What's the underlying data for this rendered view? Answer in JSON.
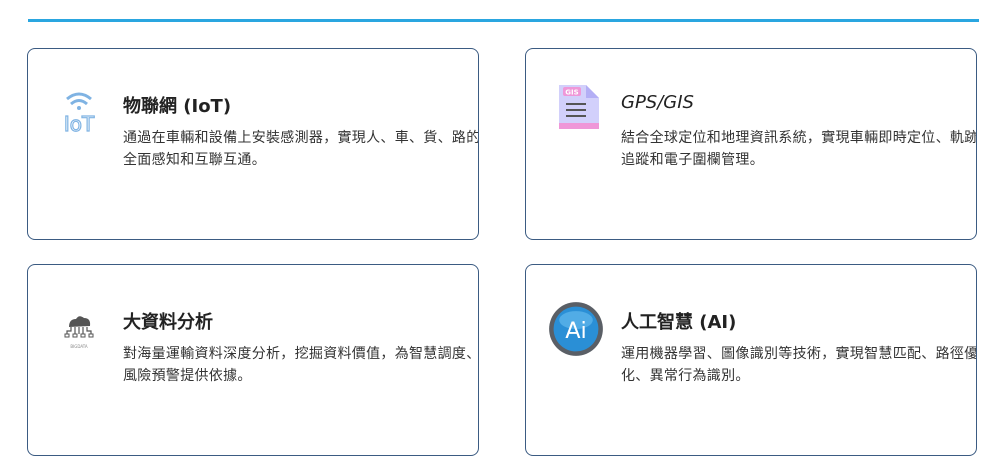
{
  "colors": {
    "accent_line": "#2aa6e0",
    "card_border": "#3b5b82"
  },
  "cards": [
    {
      "icon": "iot-wifi-icon",
      "icon_text": "IoT",
      "title": "物聯網 (IoT)",
      "description": "通過在車輛和設備上安裝感測器，實現人、車、貨、路的全面感知和互聯互通。"
    },
    {
      "icon": "gis-document-icon",
      "icon_text": "GIS",
      "title": "GPS/GIS",
      "description": "結合全球定位和地理資訊系統，實現車輛即時定位、軌跡追蹤和電子圍欄管理。"
    },
    {
      "icon": "bigdata-cloud-icon",
      "icon_text": "BIGDATA",
      "title": "大資料分析",
      "description": "對海量運輸資料深度分析，挖掘資料價值，為智慧調度、風險預警提供依據。"
    },
    {
      "icon": "ai-badge-icon",
      "icon_text": "Ai",
      "title": "人工智慧 (AI)",
      "description": "運用機器學習、圖像識別等技術，實現智慧匹配、路徑優化、異常行為識別。"
    }
  ]
}
